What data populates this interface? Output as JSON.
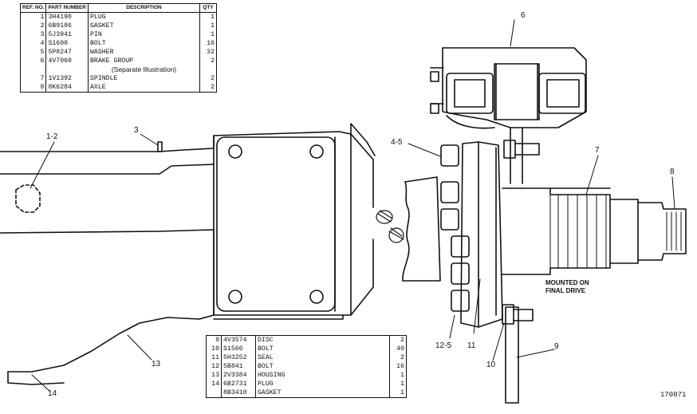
{
  "parts_table_top": {
    "headers": {
      "ref": "REF. NO.",
      "part": "PART NUMBER",
      "desc": "DESCRIPTION",
      "qty": "QTY"
    },
    "rows": [
      {
        "ref": "1",
        "part": "3H4190",
        "desc": "PLUG",
        "qty": "1"
      },
      {
        "ref": "2",
        "part": "6B9186",
        "desc": "GASKET",
        "qty": "1"
      },
      {
        "ref": "3",
        "part": "5J3941",
        "desc": "PIN",
        "qty": "1"
      },
      {
        "ref": "4",
        "part": "S1600",
        "desc": "BOLT",
        "qty": "16"
      },
      {
        "ref": "5",
        "part": "5P8247",
        "desc": "WASHER",
        "qty": "32"
      },
      {
        "ref": "6",
        "part": "4V7060",
        "desc": "BRAKE GROUP",
        "qty": "2"
      },
      {
        "ref": "7",
        "part": "1V1392",
        "desc": "SPINDLE",
        "qty": "2"
      },
      {
        "ref": "8",
        "part": "8K6284",
        "desc": "AXLE",
        "qty": "2"
      }
    ],
    "note": "(Separate Illustration)"
  },
  "parts_table_bottom": {
    "rows": [
      {
        "ref": "9",
        "part": "4V3574",
        "desc": "DISC",
        "qty": "2"
      },
      {
        "ref": "10",
        "part": "S1566",
        "desc": "BOLT",
        "qty": "40"
      },
      {
        "ref": "11",
        "part": "5H3252",
        "desc": "SEAL",
        "qty": "2"
      },
      {
        "ref": "12",
        "part": "5B841",
        "desc": "BOLT",
        "qty": "16"
      },
      {
        "ref": "13",
        "part": "2V3384",
        "desc": "HOUSING",
        "qty": "1"
      },
      {
        "ref": "14",
        "part": "6B2731",
        "desc": "PLUG",
        "qty": "1"
      },
      {
        "ref": "",
        "part": "8B3410",
        "desc": "GASKET",
        "qty": "1"
      }
    ]
  },
  "callouts": {
    "c1_2": "1-2",
    "c3": "3",
    "c4_5": "4-5",
    "c6": "6",
    "c7": "7",
    "c8": "8",
    "c9": "9",
    "c10": "10",
    "c11": "11",
    "c12_5": "12-5",
    "c13": "13",
    "c14": "14"
  },
  "mounted_note": {
    "line1": "MOUNTED ON",
    "line2": "FINAL DRIVE"
  },
  "figure_number": "170071"
}
